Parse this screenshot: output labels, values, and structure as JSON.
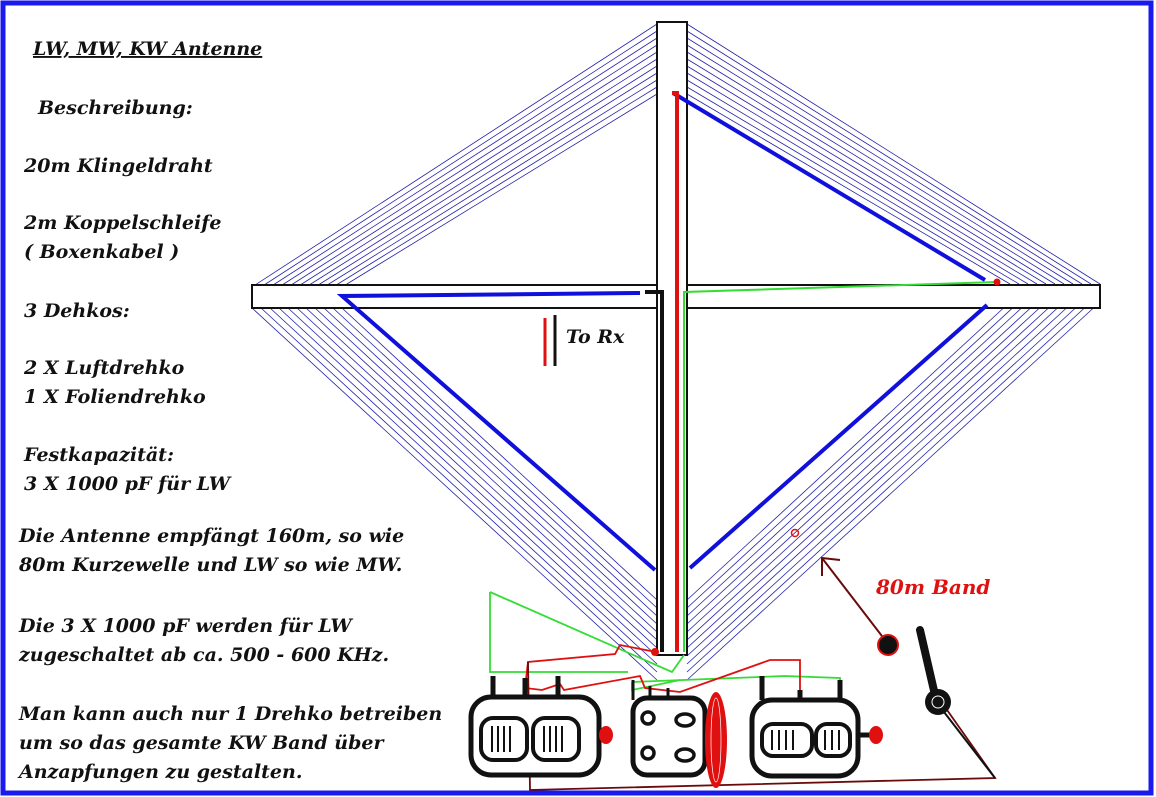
{
  "title": "LW, MW, KW Antenne",
  "description": [
    "Beschreibung:",
    "20m Klingeldraht",
    "2m Koppelschleife",
    "( Boxenkabel )",
    "3 Dehkos:",
    "2 X Luftdrehko",
    "1 X Foliendrehko",
    "Festkapazität:",
    "3 X 1000 pF für LW",
    "Die Antenne empfängt 160m, so wie",
    "80m Kurzewelle und LW so wie MW.",
    "Die 3 X 1000 pF werden für LW",
    "zugeschaltet ab ca. 500 - 600 KHz.",
    "Man kann auch nur 1 Drehko betreiben",
    "um so das gesamte KW Band über",
    "Anzapfungen zu gestalten."
  ],
  "labels": {
    "to_rx": "To Rx",
    "band_80m": "80m Band"
  },
  "colors": {
    "border": "#1a1aee",
    "loop": "#1010dd",
    "wire": "#2222aa",
    "red": "#e01010",
    "green": "#33dd33",
    "darkred": "#6a0a0a"
  }
}
